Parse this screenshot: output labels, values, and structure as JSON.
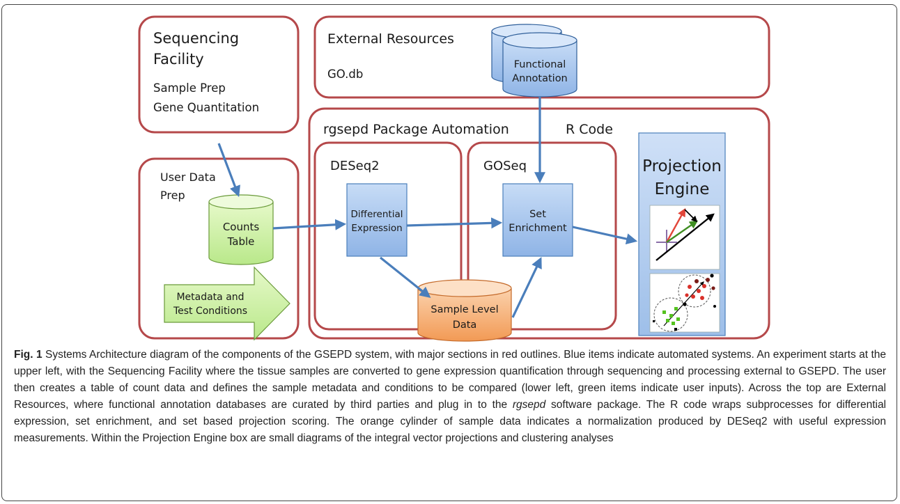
{
  "diagram": {
    "sequencing_facility": {
      "title_line1": "Sequencing",
      "title_line2": "Facility",
      "line1": "Sample Prep",
      "line2": "Gene Quantitation"
    },
    "external_resources": {
      "title": "External Resources",
      "db": "GO.db"
    },
    "functional_annotation": {
      "line1": "Functional",
      "line2": "Annotation"
    },
    "automation": {
      "title": "rgsepd Package Automation",
      "rcode": "R Code"
    },
    "user_data_prep": {
      "line1": "User Data",
      "line2": "Prep"
    },
    "counts_table": {
      "line1": "Counts",
      "line2": "Table"
    },
    "metadata": {
      "line1": "Metadata and",
      "line2": "Test Conditions"
    },
    "deseq2": {
      "title": "DESeq2"
    },
    "differential_expression": {
      "line1": "Differential",
      "line2": "Expression"
    },
    "goseq": {
      "title": "GOSeq"
    },
    "set_enrichment": {
      "line1": "Set",
      "line2": "Enrichment"
    },
    "sample_level_data": {
      "line1": "Sample Level",
      "line2": "Data"
    },
    "projection_engine": {
      "line1": "Projection",
      "line2": "Engine"
    }
  },
  "caption": {
    "label": "Fig. 1",
    "text_part1": " Systems Architecture diagram of the components of the GSEPD system, with major sections in red outlines. Blue items indicate automated systems. An experiment starts at the upper left, with the Sequencing Facility where the tissue samples are converted to gene expression quantification through sequencing and processing external to GSEPD. The user then creates a table of count data and defines the sample metadata and conditions to be compared (lower left, green items indicate user inputs). Across the top are External Resources, where functional annotation databases are curated by third parties and plug in to the ",
    "italic": "rgsepd",
    "text_part2": " software package. The R code wraps subprocesses for differential expression, set enrichment, and set based projection scoring. The orange cylinder of sample data indicates a normalization produced by DESeq2 with useful expression measurements. Within the Projection Engine box are small diagrams of the integral vector projections and clustering analyses"
  },
  "colors": {
    "section_outline": "#b5484a",
    "automated_blue": "#a9c7ee",
    "user_green": "#c9eea0",
    "sample_orange": "#f6b27a",
    "arrow_blue": "#4a7ebb"
  }
}
